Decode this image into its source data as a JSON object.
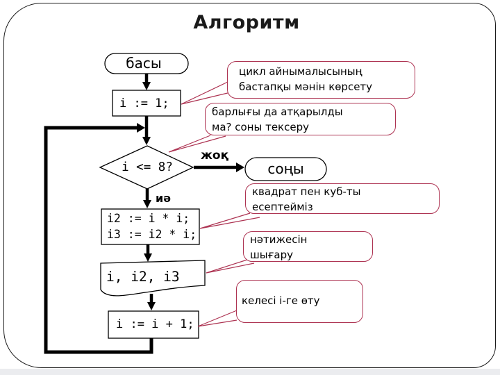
{
  "title": "Алгоритм",
  "flowchart": {
    "start_label": "басы",
    "init_code": "i := 1;",
    "condition_code": "i <= 8?",
    "no_label": "жоқ",
    "yes_label": "иә",
    "compute_code_line1": "i2 := i * i;",
    "compute_code_line2": "i3 := i2 * i;",
    "output_code": "i, i2, i3",
    "increment_code": "i := i + 1;",
    "end_label": "соңы"
  },
  "callouts": {
    "init_note_line1": "цикл айнымалысының",
    "init_note_line2": "бастапқы мәнін көрсету",
    "condition_note_line1": "барлығы да атқарылды",
    "condition_note_line2": "ма? соны тексеру",
    "compute_note_line1": "квадрат пен куб-ты",
    "compute_note_line2": "есептейміз",
    "output_note_line1": "нәтижесін",
    "output_note_line2": "шығару",
    "increment_note": "келесі i-ге өту"
  },
  "colors": {
    "callout_border": "#ad3352",
    "line_color": "#000000",
    "title_color": "#1a1a1a"
  }
}
